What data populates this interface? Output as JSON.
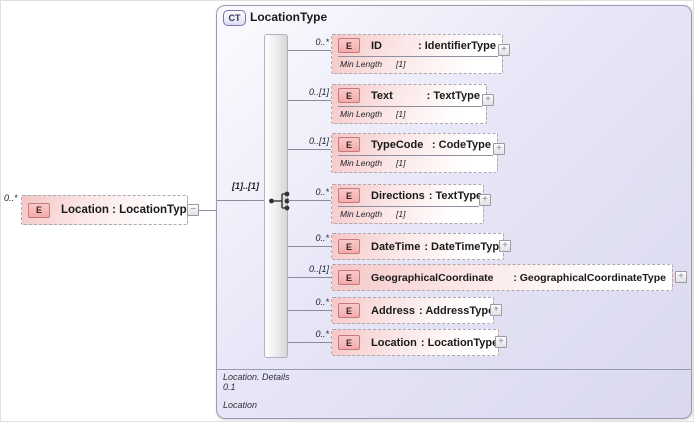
{
  "outer_element": {
    "cardinality": "0..*",
    "badge": "E",
    "label": "Location : LocationType",
    "toggle": "−"
  },
  "panel": {
    "badge": "CT",
    "title": "LocationType",
    "group_cardinality": "[1]..[1]",
    "footer_line1": "Location. Details",
    "footer_line2": "0.1",
    "footer_line3": "Location"
  },
  "children": [
    {
      "cardinality": "0..*",
      "badge": "E",
      "name": "ID",
      "type": ": IdentifierType",
      "facet_name": "Min Length",
      "facet_value": "[1]",
      "toggle": "+"
    },
    {
      "cardinality": "0..[1]",
      "badge": "E",
      "name": "Text",
      "type": ": TextType",
      "facet_name": "Min Length",
      "facet_value": "[1]",
      "toggle": "+"
    },
    {
      "cardinality": "0..[1]",
      "badge": "E",
      "name": "TypeCode",
      "type": ": CodeType",
      "facet_name": "Min Length",
      "facet_value": "[1]",
      "toggle": "+"
    },
    {
      "cardinality": "0..*",
      "badge": "E",
      "name": "Directions",
      "type": ": TextType",
      "facet_name": "Min Length",
      "facet_value": "[1]",
      "toggle": "+"
    },
    {
      "cardinality": "0..*",
      "badge": "E",
      "name": "DateTime",
      "type": ": DateTimeType",
      "toggle": "+"
    },
    {
      "cardinality": "0..[1]",
      "badge": "E",
      "name": "GeographicalCoordinate",
      "type": ": GeographicalCoordinateType",
      "toggle": "+"
    },
    {
      "cardinality": "0..*",
      "badge": "E",
      "name": "Address",
      "type": ": AddressType",
      "toggle": "+"
    },
    {
      "cardinality": "0..*",
      "badge": "E",
      "name": "Location",
      "type": ": LocationType",
      "toggle": "+"
    }
  ],
  "colors": {
    "panel_background": "#e3e2f4",
    "panel_border": "#9b9bb0",
    "element_fill": "#f5c6c6",
    "element_badge_fill": "#f2abab",
    "element_badge_border": "#c87878",
    "ct_badge_text": "#333366",
    "connector_line": "#8b8b9b"
  }
}
